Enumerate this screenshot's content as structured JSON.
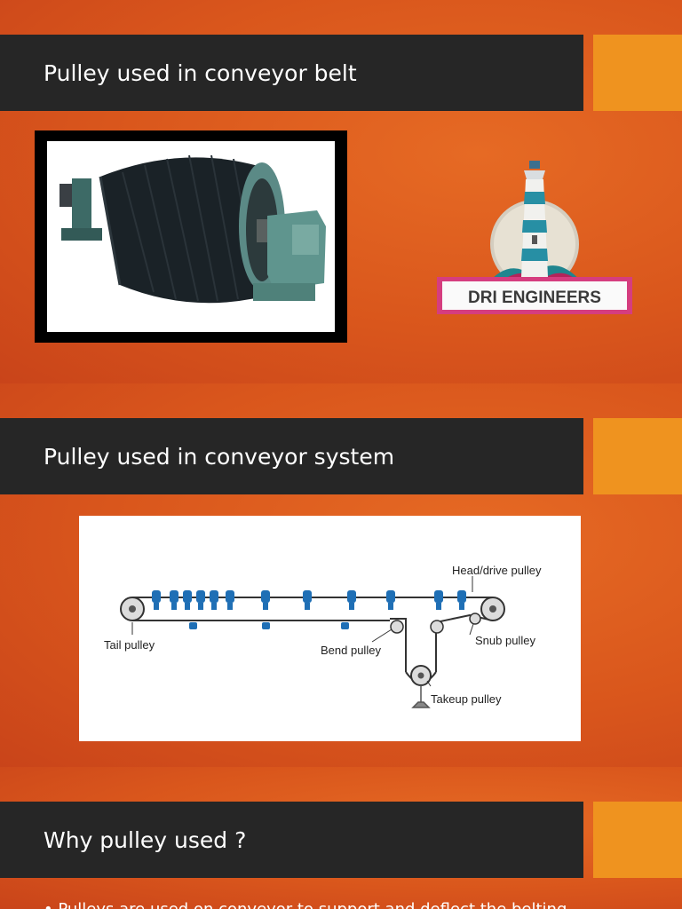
{
  "slides": [
    {
      "title": "Pulley used in conveyor belt"
    },
    {
      "title": "Pulley used in conveyor system"
    },
    {
      "title": "Why pulley used ?"
    }
  ],
  "logo": {
    "text": "DRI ENGINEERS"
  },
  "diagram": {
    "labels": {
      "head": "Head/drive pulley",
      "tail": "Tail pulley",
      "bend": "Bend pulley",
      "snub": "Snub pulley",
      "takeup": "Takeup pulley"
    }
  },
  "bullets": [
    "• Pulleys are used on conveyor to support and deflect the belting"
  ],
  "colors": {
    "background": "#d9561c",
    "title_bar": "#262626",
    "accent": "#ef931f",
    "idler": "#1f6fb5"
  }
}
